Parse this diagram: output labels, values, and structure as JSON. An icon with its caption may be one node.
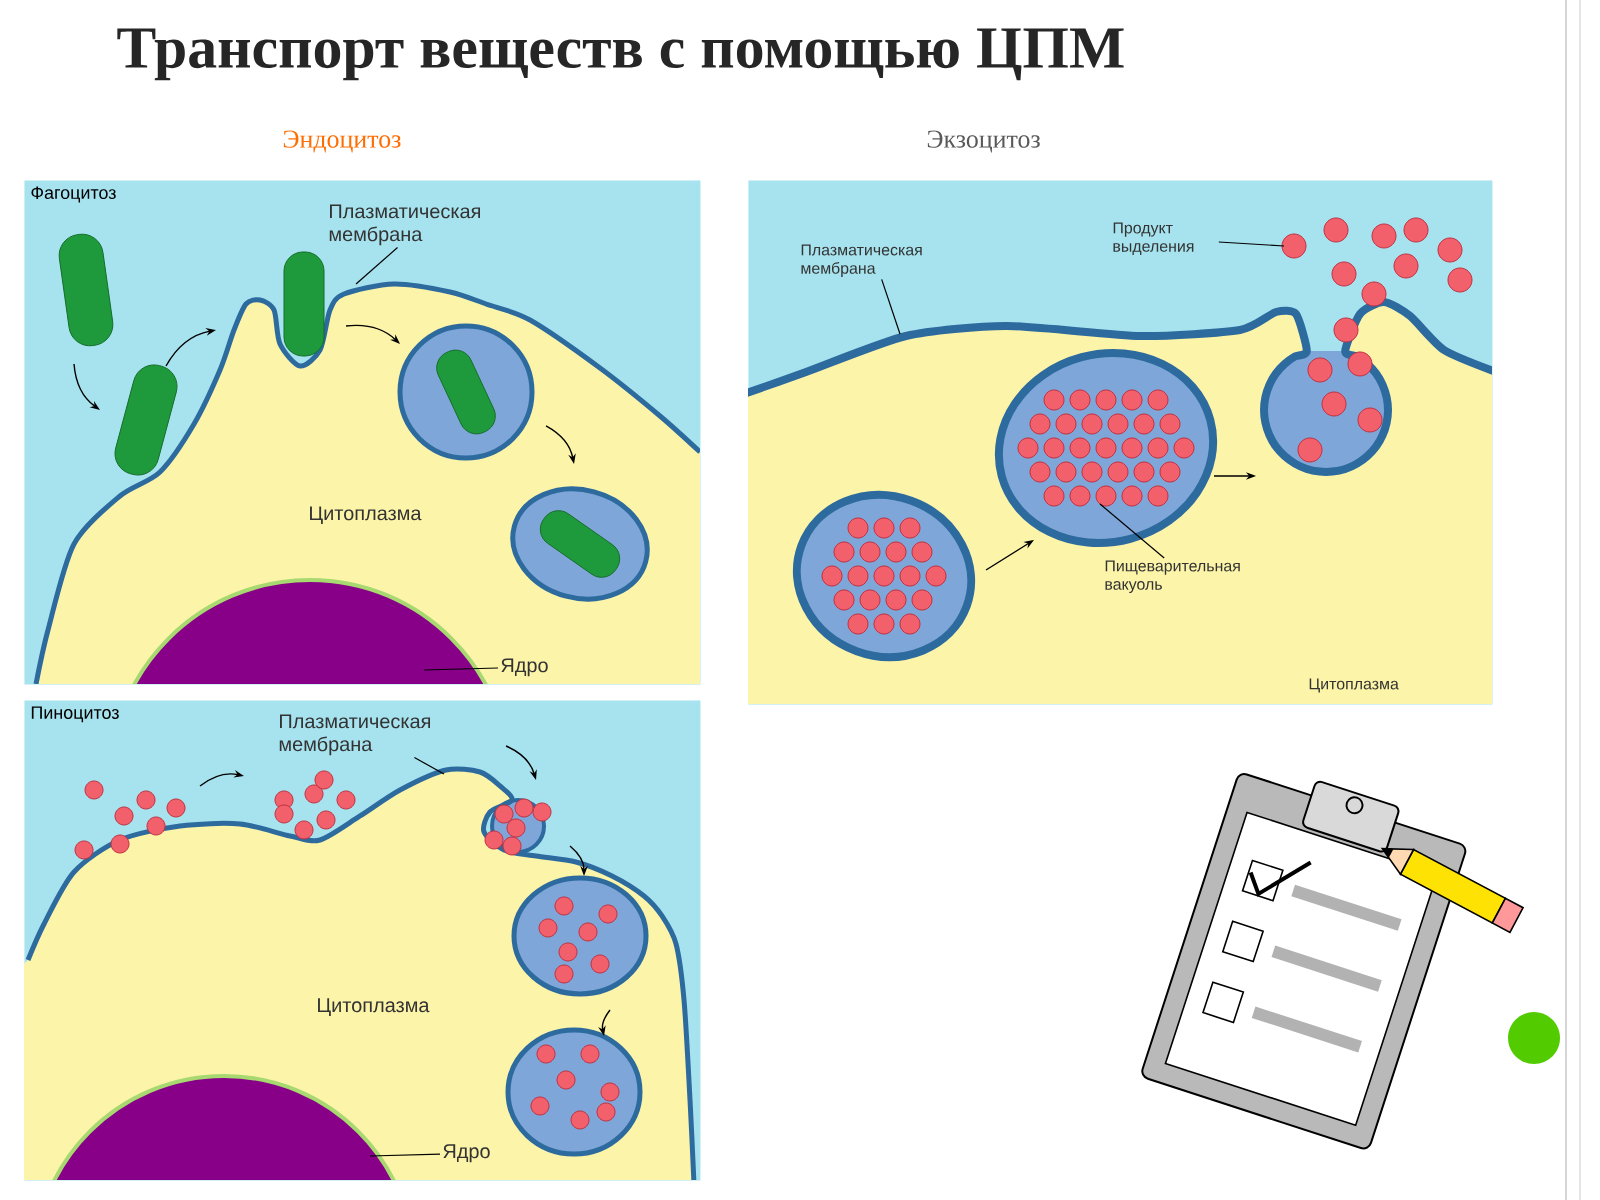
{
  "diagram": {
    "title": "Транспорт веществ с помощью ЦПМ",
    "nodes": [
      {
        "text": [
          "Фагоцитоз"
        ]
      },
      {
        "text": [
          "Плазматическая мембрана"
        ],
        "in": 0
      },
      {
        "text": [
          "Ядро"
        ],
        "in": 0
      },
      {
        "text": [
          "Пиноцитоз"
        ]
      },
      {
        "text": [
          "Плазматическая мембрана"
        ],
        "in": 3
      },
      {
        "text": [
          "Ядро"
        ],
        "in": 3
      },
      {
        "text": [],
        "shape": "box"
      },
      {
        "text": [
          "Плазматическая мембрана"
        ],
        "in": 6
      },
      {
        "text": [
          "Продукт выделения"
        ],
        "in": 6
      },
      {
        "text": [
          "Пищеварительная вакуоль"
        ],
        "in": 6
      }
    ],
    "edges": [
      {
        "from": 1,
        "to": null,
        "arrow": "none"
      },
      {
        "from": 2,
        "to": null,
        "arrow": "none"
      },
      {
        "from": 4,
        "to": null,
        "arrow": "none"
      },
      {
        "from": 5,
        "to": null,
        "arrow": "none"
      },
      {
        "from": 7,
        "to": null,
        "arrow": "none"
      },
      {
        "from": 8,
        "to": null,
        "arrow": "none"
      },
      {
        "from": 9,
        "to": null,
        "arrow": "none"
      }
    ],
    "labels": [
      "Эндоцитоз",
      "Экзоцитоз",
      "Цитоплазма",
      "Цитоплазма",
      "Цитоплазма"
    ]
  }
}
